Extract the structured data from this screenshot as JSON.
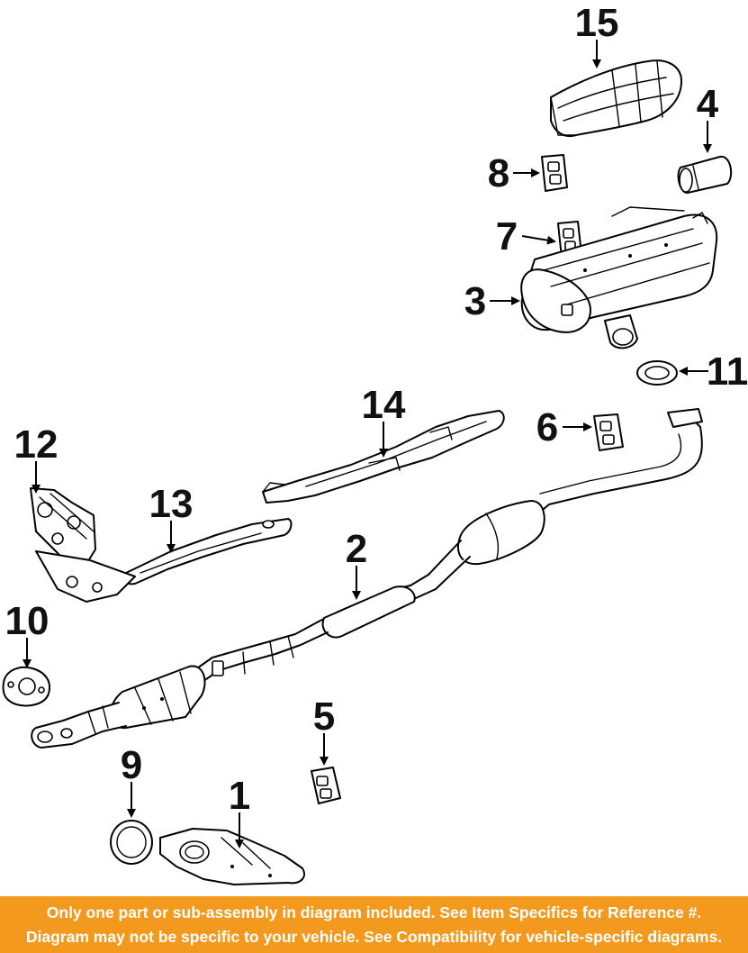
{
  "callouts": [
    {
      "id": "1",
      "label": "1"
    },
    {
      "id": "2",
      "label": "2"
    },
    {
      "id": "3",
      "label": "3"
    },
    {
      "id": "4",
      "label": "4"
    },
    {
      "id": "5",
      "label": "5"
    },
    {
      "id": "6",
      "label": "6"
    },
    {
      "id": "7",
      "label": "7"
    },
    {
      "id": "8",
      "label": "8"
    },
    {
      "id": "9",
      "label": "9"
    },
    {
      "id": "10",
      "label": "10"
    },
    {
      "id": "11",
      "label": "11"
    },
    {
      "id": "12",
      "label": "12"
    },
    {
      "id": "13",
      "label": "13"
    },
    {
      "id": "14",
      "label": "14"
    },
    {
      "id": "15",
      "label": "15"
    }
  ],
  "footer": {
    "line1": "Only one part or sub-assembly in diagram included. See Item Specifics for Reference #.",
    "line2": "Diagram may not be specific to your vehicle. See Compatibility for vehicle-specific diagrams.",
    "background_color": "#f39a1e",
    "text_color": "#ffffff"
  }
}
